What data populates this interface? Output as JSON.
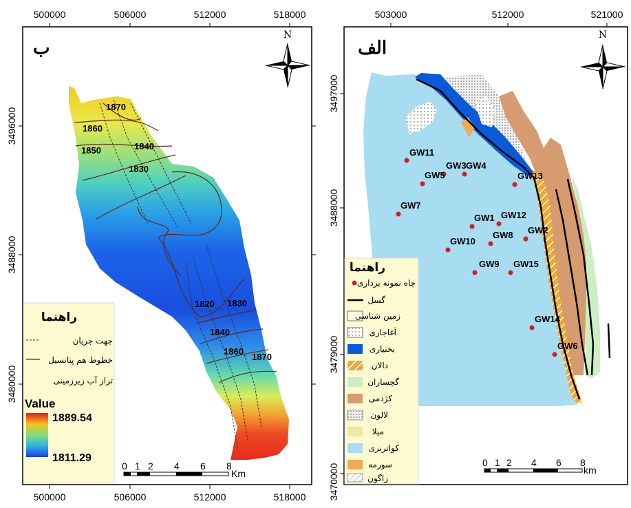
{
  "right_map": {
    "title": "الف",
    "north": "N",
    "x_ticks": [
      "503000",
      "512000",
      "521000"
    ],
    "y_ticks": [
      "3497000",
      "3488000",
      "3479000",
      "3470000"
    ],
    "wells": [
      {
        "id": "GW11",
        "label": "GW11"
      },
      {
        "id": "GW5",
        "label": "GW5"
      },
      {
        "id": "GW3",
        "label": "GW3"
      },
      {
        "id": "GW4",
        "label": "GW4"
      },
      {
        "id": "GW13",
        "label": "GW13"
      },
      {
        "id": "GW7",
        "label": "GW7"
      },
      {
        "id": "GW1",
        "label": "GW1"
      },
      {
        "id": "GW12",
        "label": "GW12"
      },
      {
        "id": "GW2",
        "label": "GW2"
      },
      {
        "id": "GW8",
        "label": "GW8"
      },
      {
        "id": "GW10",
        "label": "GW10"
      },
      {
        "id": "GW9",
        "label": "GW9"
      },
      {
        "id": "GW15",
        "label": "GW15"
      },
      {
        "id": "GW14",
        "label": "GW14"
      },
      {
        "id": "GW6",
        "label": "GW6"
      }
    ],
    "legend": {
      "title": "راهنما",
      "items": [
        {
          "label": "چاه نمونه برداری",
          "swatch": "dot",
          "color": "#d11f1f"
        },
        {
          "label": "گسل",
          "swatch": "line",
          "color": "#000000"
        },
        {
          "label": "زمین شناسی",
          "swatch": "box",
          "color": "#fffbe6"
        },
        {
          "label": "آغاجاری",
          "swatch": "dots",
          "color": "#ffffff"
        },
        {
          "label": "بختیاری",
          "swatch": "box",
          "color": "#0a5ad8"
        },
        {
          "label": "دالان",
          "swatch": "hatch",
          "color": "#f0a830"
        },
        {
          "label": "گچساران",
          "swatch": "box",
          "color": "#cdeec4"
        },
        {
          "label": "کژدمی",
          "swatch": "box",
          "color": "#d69b6e"
        },
        {
          "label": "لالون",
          "swatch": "dots",
          "color": "#e5e5e5"
        },
        {
          "label": "میلا",
          "swatch": "box",
          "color": "#ecea9f"
        },
        {
          "label": "کواترنری",
          "swatch": "box",
          "color": "#a8dcf0"
        },
        {
          "label": "سورمه",
          "swatch": "box",
          "color": "#f0aa55"
        },
        {
          "label": "زاگون",
          "swatch": "hatch2",
          "color": "#ffffff"
        }
      ]
    },
    "scale": {
      "labels": [
        "0",
        "1",
        "2",
        "4",
        "6",
        "8"
      ],
      "unit": "km"
    }
  },
  "left_map": {
    "title": "ب",
    "north": "N",
    "x_ticks": [
      "500000",
      "506000",
      "512000",
      "518000"
    ],
    "y_ticks": [
      "3496000",
      "3488000",
      "3480000"
    ],
    "contours": [
      "1870",
      "1860",
      "1850",
      "1840",
      "1830",
      "1820",
      "1830",
      "1840",
      "1860",
      "1870"
    ],
    "legend": {
      "title": "راهنما",
      "items": [
        {
          "label": "جهت جریان",
          "swatch": "dash"
        },
        {
          "label": "خطوط هم پتانسیل",
          "swatch": "brown-line"
        },
        {
          "label": "تراز آب زیرزمینی",
          "swatch": "none"
        }
      ],
      "value_label": "Value",
      "max": "1889.54",
      "min": "1811.29"
    },
    "scale": {
      "labels": [
        "0",
        "1",
        "2",
        "4",
        "6",
        "8"
      ],
      "unit": "Km"
    }
  },
  "colors": {
    "quaternary": "#a8dcf0",
    "bakhtiari": "#0a5ad8",
    "kazhdumi": "#d69b6e",
    "gachsaran": "#cdeec4",
    "dalan": "#f0a830",
    "well": "#d11f1f",
    "legend_bg": "#fdf9d0"
  }
}
